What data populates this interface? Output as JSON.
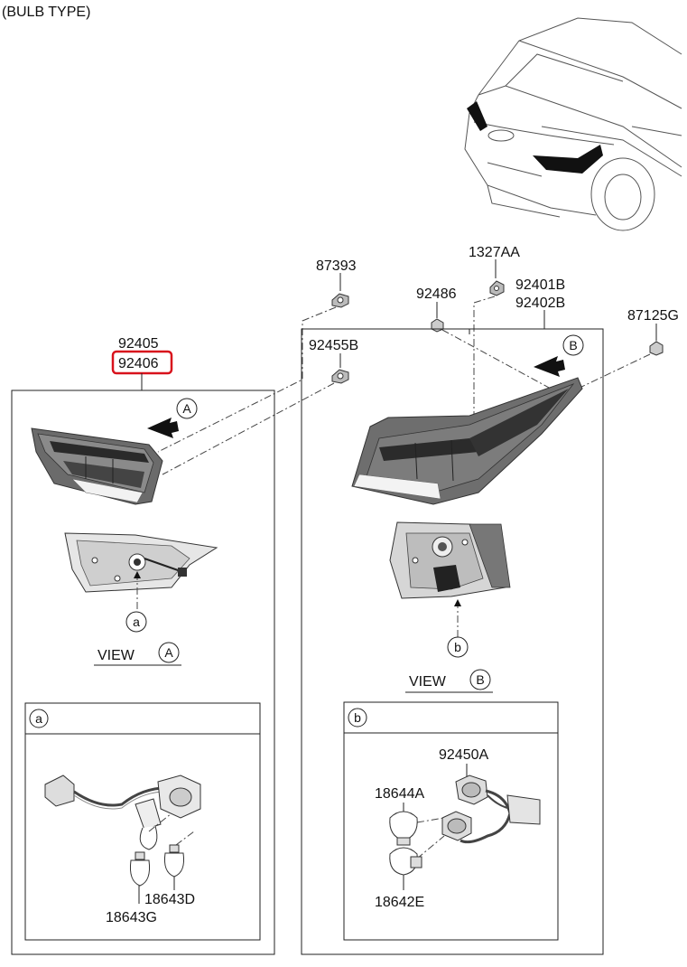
{
  "header": {
    "caption": "(BULB TYPE)"
  },
  "parts": {
    "p87393": "87393",
    "p1327AA": "1327AA",
    "p92486": "92486",
    "p92401B": "92401B",
    "p92402B": "92402B",
    "p87125G": "87125G",
    "p92405": "92405",
    "p92406": "92406",
    "p92455B": "92455B",
    "p92450A": "92450A",
    "p18644A": "18644A",
    "p18642E": "18642E",
    "p18643D": "18643D",
    "p18643G": "18643G"
  },
  "callouts": {
    "A": "A",
    "B": "B",
    "a": "a",
    "b": "b"
  },
  "views": {
    "view_label": "VIEW"
  },
  "highlight": {
    "part": "92406",
    "color": "#d8121c"
  }
}
